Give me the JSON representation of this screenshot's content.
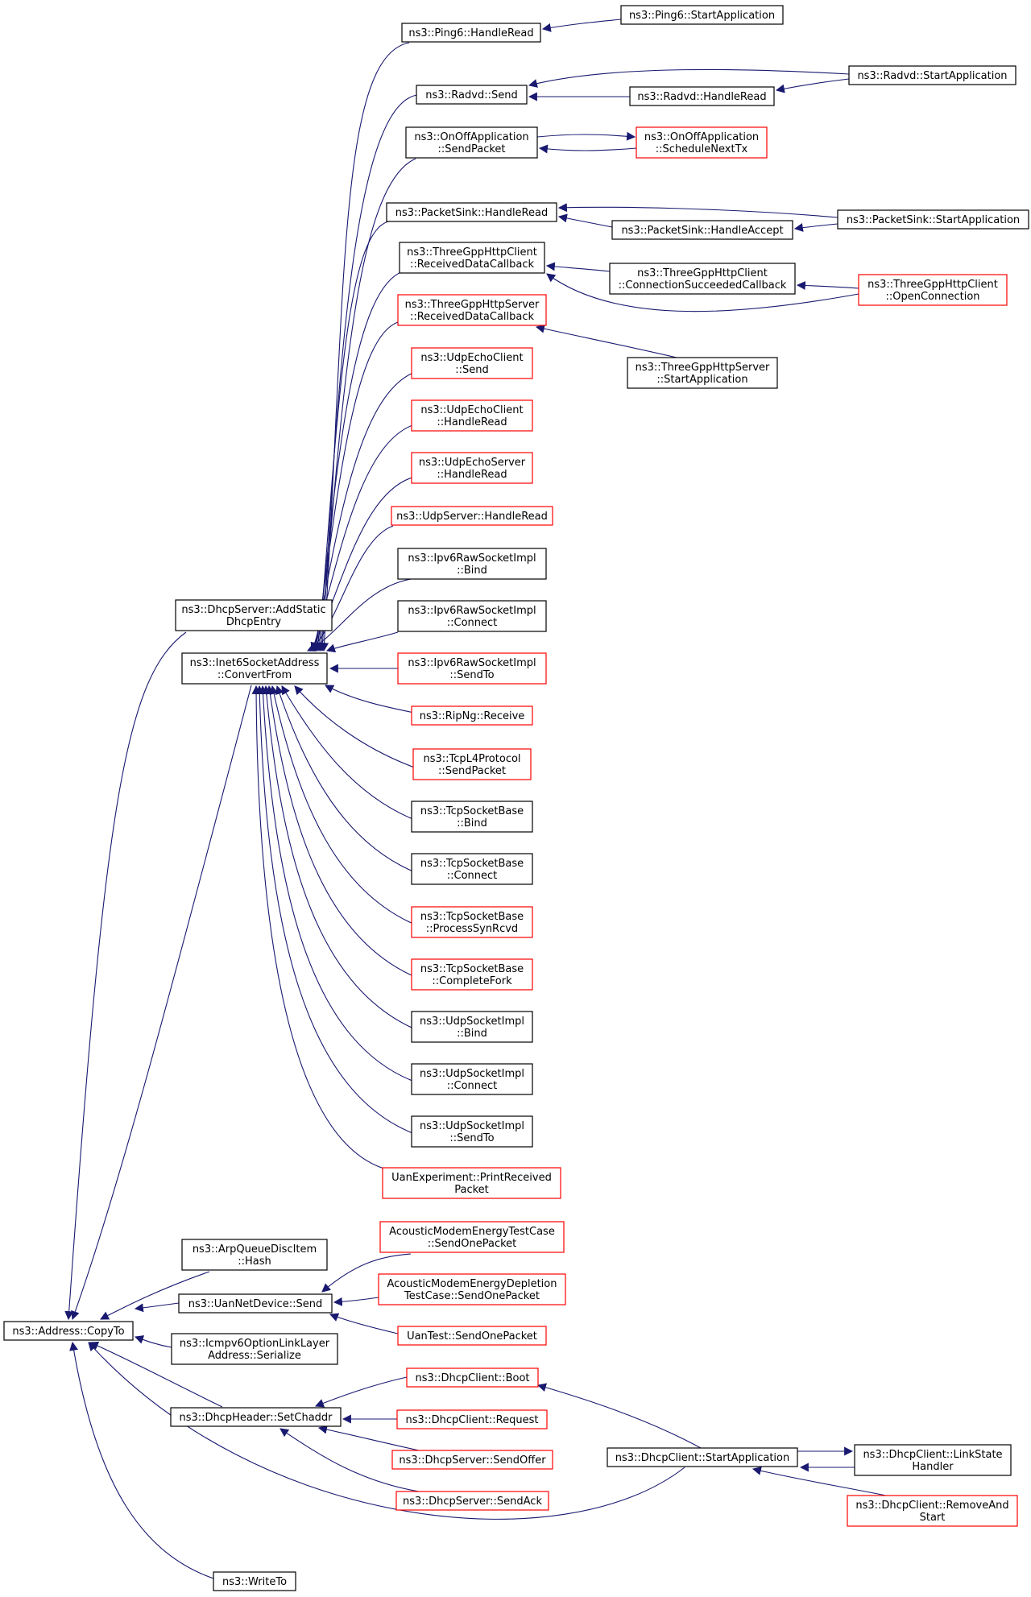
{
  "colors": {
    "edge": "#191970",
    "normal_border": "#000000",
    "truncated_border": "#ff0000",
    "focus_fill": "#bfbfbf",
    "background": "#ffffff"
  },
  "nodes": [
    {
      "id": "copyto",
      "lines": [
        "ns3::Address::CopyTo"
      ],
      "style": "focus"
    },
    {
      "id": "addstatic",
      "lines": [
        "ns3::DhcpServer::AddStatic",
        "DhcpEntry"
      ],
      "style": "normal"
    },
    {
      "id": "convertfrom",
      "lines": [
        "ns3::Inet6SocketAddress",
        "::ConvertFrom"
      ],
      "style": "normal"
    },
    {
      "id": "arphash",
      "lines": [
        "ns3::ArpQueueDiscItem",
        "::Hash"
      ],
      "style": "normal"
    },
    {
      "id": "uansend",
      "lines": [
        "ns3::UanNetDevice::Send"
      ],
      "style": "normal"
    },
    {
      "id": "icmpser",
      "lines": [
        "ns3::Icmpv6OptionLinkLayer",
        "Address::Serialize"
      ],
      "style": "normal"
    },
    {
      "id": "setchaddr",
      "lines": [
        "ns3::DhcpHeader::SetChaddr"
      ],
      "style": "normal"
    },
    {
      "id": "writeto",
      "lines": [
        "ns3::WriteTo"
      ],
      "style": "normal"
    },
    {
      "id": "ping6read",
      "lines": [
        "ns3::Ping6::HandleRead"
      ],
      "style": "normal"
    },
    {
      "id": "radvdsend",
      "lines": [
        "ns3::Radvd::Send"
      ],
      "style": "normal"
    },
    {
      "id": "onoffsend",
      "lines": [
        "ns3::OnOffApplication",
        "::SendPacket"
      ],
      "style": "normal"
    },
    {
      "id": "sinkread",
      "lines": [
        "ns3::PacketSink::HandleRead"
      ],
      "style": "normal"
    },
    {
      "id": "httpclientrecv",
      "lines": [
        "ns3::ThreeGppHttpClient",
        "::ReceivedDataCallback"
      ],
      "style": "normal"
    },
    {
      "id": "httpserverrecv",
      "lines": [
        "ns3::ThreeGppHttpServer",
        "::ReceivedDataCallback"
      ],
      "style": "truncated"
    },
    {
      "id": "echoclientsend",
      "lines": [
        "ns3::UdpEchoClient",
        "::Send"
      ],
      "style": "truncated"
    },
    {
      "id": "echoclientread",
      "lines": [
        "ns3::UdpEchoClient",
        "::HandleRead"
      ],
      "style": "truncated"
    },
    {
      "id": "echoserverread",
      "lines": [
        "ns3::UdpEchoServer",
        "::HandleRead"
      ],
      "style": "truncated"
    },
    {
      "id": "udpserverread",
      "lines": [
        "ns3::UdpServer::HandleRead"
      ],
      "style": "truncated"
    },
    {
      "id": "rawbind",
      "lines": [
        "ns3::Ipv6RawSocketImpl",
        "::Bind"
      ],
      "style": "normal"
    },
    {
      "id": "rawconnect",
      "lines": [
        "ns3::Ipv6RawSocketImpl",
        "::Connect"
      ],
      "style": "normal"
    },
    {
      "id": "rawsendto",
      "lines": [
        "ns3::Ipv6RawSocketImpl",
        "::SendTo"
      ],
      "style": "truncated"
    },
    {
      "id": "ripng",
      "lines": [
        "ns3::RipNg::Receive"
      ],
      "style": "truncated"
    },
    {
      "id": "tcpl4",
      "lines": [
        "ns3::TcpL4Protocol",
        "::SendPacket"
      ],
      "style": "truncated"
    },
    {
      "id": "tcpbind",
      "lines": [
        "ns3::TcpSocketBase",
        "::Bind"
      ],
      "style": "normal"
    },
    {
      "id": "tcpconnect",
      "lines": [
        "ns3::TcpSocketBase",
        "::Connect"
      ],
      "style": "normal"
    },
    {
      "id": "tcpsynrcvd",
      "lines": [
        "ns3::TcpSocketBase",
        "::ProcessSynRcvd"
      ],
      "style": "truncated"
    },
    {
      "id": "tcpfork",
      "lines": [
        "ns3::TcpSocketBase",
        "::CompleteFork"
      ],
      "style": "truncated"
    },
    {
      "id": "udpbind",
      "lines": [
        "ns3::UdpSocketImpl",
        "::Bind"
      ],
      "style": "normal"
    },
    {
      "id": "udpconnect",
      "lines": [
        "ns3::UdpSocketImpl",
        "::Connect"
      ],
      "style": "normal"
    },
    {
      "id": "udpsendto",
      "lines": [
        "ns3::UdpSocketImpl",
        "::SendTo"
      ],
      "style": "normal"
    },
    {
      "id": "uanprint",
      "lines": [
        "UanExperiment::PrintReceived",
        "Packet"
      ],
      "style": "truncated"
    },
    {
      "id": "acousticsend",
      "lines": [
        "AcousticModemEnergyTestCase",
        "::SendOnePacket"
      ],
      "style": "truncated"
    },
    {
      "id": "acousticdepl",
      "lines": [
        "AcousticModemEnergyDepletion",
        "TestCase::SendOnePacket"
      ],
      "style": "truncated"
    },
    {
      "id": "uantest",
      "lines": [
        "UanTest::SendOnePacket"
      ],
      "style": "truncated"
    },
    {
      "id": "dhcpboot",
      "lines": [
        "ns3::DhcpClient::Boot"
      ],
      "style": "truncated"
    },
    {
      "id": "dhcprequest",
      "lines": [
        "ns3::DhcpClient::Request"
      ],
      "style": "truncated"
    },
    {
      "id": "dhcpoffer",
      "lines": [
        "ns3::DhcpServer::SendOffer"
      ],
      "style": "truncated"
    },
    {
      "id": "dhcpack",
      "lines": [
        "ns3::DhcpServer::SendAck"
      ],
      "style": "truncated"
    },
    {
      "id": "ping6start",
      "lines": [
        "ns3::Ping6::StartApplication"
      ],
      "style": "normal"
    },
    {
      "id": "radvdread",
      "lines": [
        "ns3::Radvd::HandleRead"
      ],
      "style": "normal"
    },
    {
      "id": "radvdstart",
      "lines": [
        "ns3::Radvd::StartApplication"
      ],
      "style": "normal"
    },
    {
      "id": "onoffsched",
      "lines": [
        "ns3::OnOffApplication",
        "::ScheduleNextTx"
      ],
      "style": "truncated"
    },
    {
      "id": "sinkaccept",
      "lines": [
        "ns3::PacketSink::HandleAccept"
      ],
      "style": "normal"
    },
    {
      "id": "sinkstart",
      "lines": [
        "ns3::PacketSink::StartApplication"
      ],
      "style": "normal"
    },
    {
      "id": "httpconnok",
      "lines": [
        "ns3::ThreeGppHttpClient",
        "::ConnectionSucceededCallback"
      ],
      "style": "normal"
    },
    {
      "id": "httpopen",
      "lines": [
        "ns3::ThreeGppHttpClient",
        "::OpenConnection"
      ],
      "style": "truncated"
    },
    {
      "id": "httpserverstart",
      "lines": [
        "ns3::ThreeGppHttpServer",
        "::StartApplication"
      ],
      "style": "normal"
    },
    {
      "id": "dhcpstart",
      "lines": [
        "ns3::DhcpClient::StartApplication"
      ],
      "style": "normal"
    },
    {
      "id": "dhcplink",
      "lines": [
        "ns3::DhcpClient::LinkState",
        "Handler"
      ],
      "style": "normal"
    },
    {
      "id": "dhcpremove",
      "lines": [
        "ns3::DhcpClient::RemoveAnd",
        "Start"
      ],
      "style": "truncated"
    }
  ],
  "edges": [
    {
      "from": "addstatic",
      "to": "copyto"
    },
    {
      "from": "convertfrom",
      "to": "copyto"
    },
    {
      "from": "arphash",
      "to": "copyto"
    },
    {
      "from": "uansend",
      "to": "copyto"
    },
    {
      "from": "icmpser",
      "to": "copyto"
    },
    {
      "from": "setchaddr",
      "to": "copyto"
    },
    {
      "from": "dhcpstart",
      "to": "copyto"
    },
    {
      "from": "writeto",
      "to": "copyto"
    },
    {
      "from": "ping6read",
      "to": "convertfrom"
    },
    {
      "from": "radvdsend",
      "to": "convertfrom"
    },
    {
      "from": "onoffsend",
      "to": "convertfrom"
    },
    {
      "from": "sinkread",
      "to": "convertfrom"
    },
    {
      "from": "httpclientrecv",
      "to": "convertfrom"
    },
    {
      "from": "httpserverrecv",
      "to": "convertfrom"
    },
    {
      "from": "echoclientsend",
      "to": "convertfrom"
    },
    {
      "from": "echoclientread",
      "to": "convertfrom"
    },
    {
      "from": "echoserverread",
      "to": "convertfrom"
    },
    {
      "from": "udpserverread",
      "to": "convertfrom"
    },
    {
      "from": "rawbind",
      "to": "convertfrom"
    },
    {
      "from": "rawconnect",
      "to": "convertfrom"
    },
    {
      "from": "rawsendto",
      "to": "convertfrom"
    },
    {
      "from": "ripng",
      "to": "convertfrom"
    },
    {
      "from": "tcpl4",
      "to": "convertfrom"
    },
    {
      "from": "tcpbind",
      "to": "convertfrom"
    },
    {
      "from": "tcpconnect",
      "to": "convertfrom"
    },
    {
      "from": "tcpsynrcvd",
      "to": "convertfrom"
    },
    {
      "from": "tcpfork",
      "to": "convertfrom"
    },
    {
      "from": "udpbind",
      "to": "convertfrom"
    },
    {
      "from": "udpconnect",
      "to": "convertfrom"
    },
    {
      "from": "udpsendto",
      "to": "convertfrom"
    },
    {
      "from": "uanprint",
      "to": "convertfrom"
    },
    {
      "from": "acousticsend",
      "to": "uansend"
    },
    {
      "from": "acousticdepl",
      "to": "uansend"
    },
    {
      "from": "uantest",
      "to": "uansend"
    },
    {
      "from": "dhcpboot",
      "to": "setchaddr"
    },
    {
      "from": "dhcprequest",
      "to": "setchaddr"
    },
    {
      "from": "dhcpoffer",
      "to": "setchaddr"
    },
    {
      "from": "dhcpack",
      "to": "setchaddr"
    },
    {
      "from": "ping6start",
      "to": "ping6read"
    },
    {
      "from": "radvdread",
      "to": "radvdsend"
    },
    {
      "from": "radvdstart",
      "to": "radvdsend"
    },
    {
      "from": "radvdstart",
      "to": "radvdread"
    },
    {
      "from": "onoffsched",
      "to": "onoffsend"
    },
    {
      "from": "onoffsend",
      "to": "onoffsched"
    },
    {
      "from": "sinkaccept",
      "to": "sinkread"
    },
    {
      "from": "sinkstart",
      "to": "sinkread"
    },
    {
      "from": "sinkstart",
      "to": "sinkaccept"
    },
    {
      "from": "httpconnok",
      "to": "httpclientrecv"
    },
    {
      "from": "httpopen",
      "to": "httpclientrecv"
    },
    {
      "from": "httpopen",
      "to": "httpconnok"
    },
    {
      "from": "httpserverstart",
      "to": "httpserverrecv"
    },
    {
      "from": "dhcpboot",
      "to": "dhcpstart"
    },
    {
      "from": "dhcplink",
      "to": "dhcpstart"
    },
    {
      "from": "dhcpstart",
      "to": "dhcplink"
    },
    {
      "from": "dhcpremove",
      "to": "dhcpstart"
    }
  ]
}
